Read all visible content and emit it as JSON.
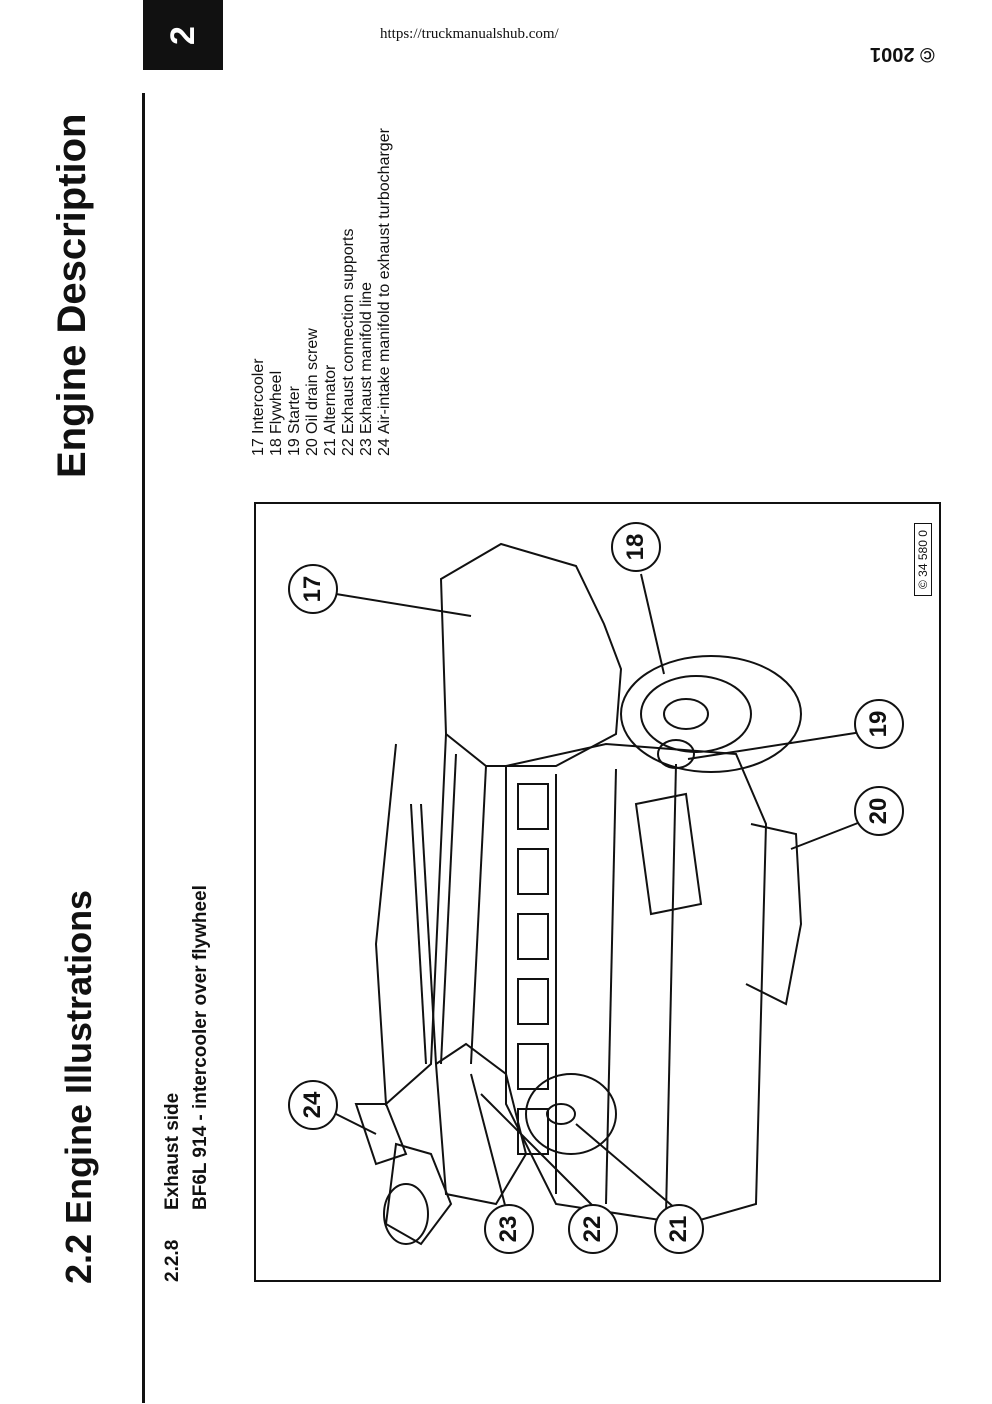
{
  "header": {
    "chapter_number": "2",
    "url": "https://truckmanualshub.com/",
    "copyright": "© 2001",
    "section_title": "2.2 Engine  Illustrations",
    "chapter_title": "Engine Description"
  },
  "subsection": {
    "number": "2.2.8",
    "title": "Exhaust side",
    "subtitle": "BF6L 914 - intercooler over flywheel"
  },
  "legend": [
    {
      "num": "17",
      "label": "Intercooler"
    },
    {
      "num": "18",
      "label": "Flywheel"
    },
    {
      "num": "19",
      "label": "Starter"
    },
    {
      "num": "20",
      "label": "Oil  drain  screw"
    },
    {
      "num": "21",
      "label": "Alternator"
    },
    {
      "num": "22",
      "label": "Exhaust  connection  supports"
    },
    {
      "num": "23",
      "label": "Exhaust manifold line"
    },
    {
      "num": "24",
      "label": "Air-intake manifold to exhaust turbocharger"
    }
  ],
  "figure": {
    "code": "© 34 580  0",
    "callouts": [
      "17",
      "18",
      "19",
      "20",
      "21",
      "22",
      "23",
      "24"
    ]
  }
}
